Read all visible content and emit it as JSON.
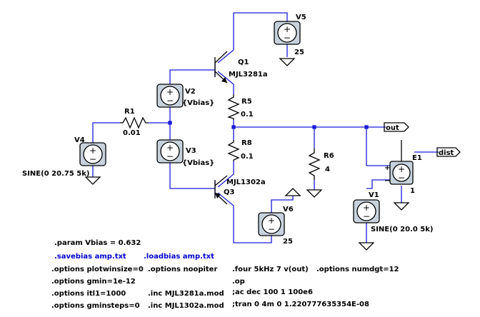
{
  "components": {
    "v5": {
      "name": "V5",
      "value": "25"
    },
    "v6": {
      "name": "V6",
      "value": "25"
    },
    "v4": {
      "name": "V4",
      "value": "SINE(0 20.75 5k)"
    },
    "v1": {
      "name": "V1",
      "value": "SINE(0 20.0 5k)"
    },
    "v2": {
      "name": "V2",
      "value": "{Vbias}"
    },
    "v3": {
      "name": "V3",
      "value": "{Vbias}"
    },
    "q1": {
      "name": "Q1",
      "model": "MJL3281a"
    },
    "q3": {
      "name": "Q3",
      "model": "MJL1302a"
    },
    "r1": {
      "name": "R1",
      "value": "0.01"
    },
    "r5": {
      "name": "R5",
      "value": "0.1"
    },
    "r8": {
      "name": "R8",
      "value": "0.1"
    },
    "r6": {
      "name": "R6",
      "value": "4"
    },
    "e1": {
      "name": "E1",
      "value": "1"
    }
  },
  "nets": {
    "out": "out",
    "dist": "dist"
  },
  "symbols": {
    "plus": "+",
    "minus": "−"
  },
  "directives": {
    "param": ".param Vbias = 0.632",
    "savebias": ".savebias amp.txt",
    "loadbias": ".loadbias amp.txt",
    "plotwinsize": ".options plotwinsize=0",
    "noopiter": ".options noopiter",
    "four": ".four 5kHz 7 v(out)",
    "numdgt": ".options numdgt=12",
    "gmin": ".options gmin=1e-12",
    "op": ".op",
    "itl1": ".options itl1=1000",
    "inc3281": ".inc MJL3281a.mod",
    "ac": ";ac dec 100 1 100e6",
    "gminsteps": ".options gminsteps=0",
    "inc1302": ".inc MJL1302a.mod",
    "tran": ";tran 0 4m 0 1.220777635354E-08"
  },
  "colors": {
    "wire": "#1a1adc",
    "source_fill": "#c8d2dc",
    "directive_blue": "#0000cc",
    "background": "#ffffff"
  }
}
